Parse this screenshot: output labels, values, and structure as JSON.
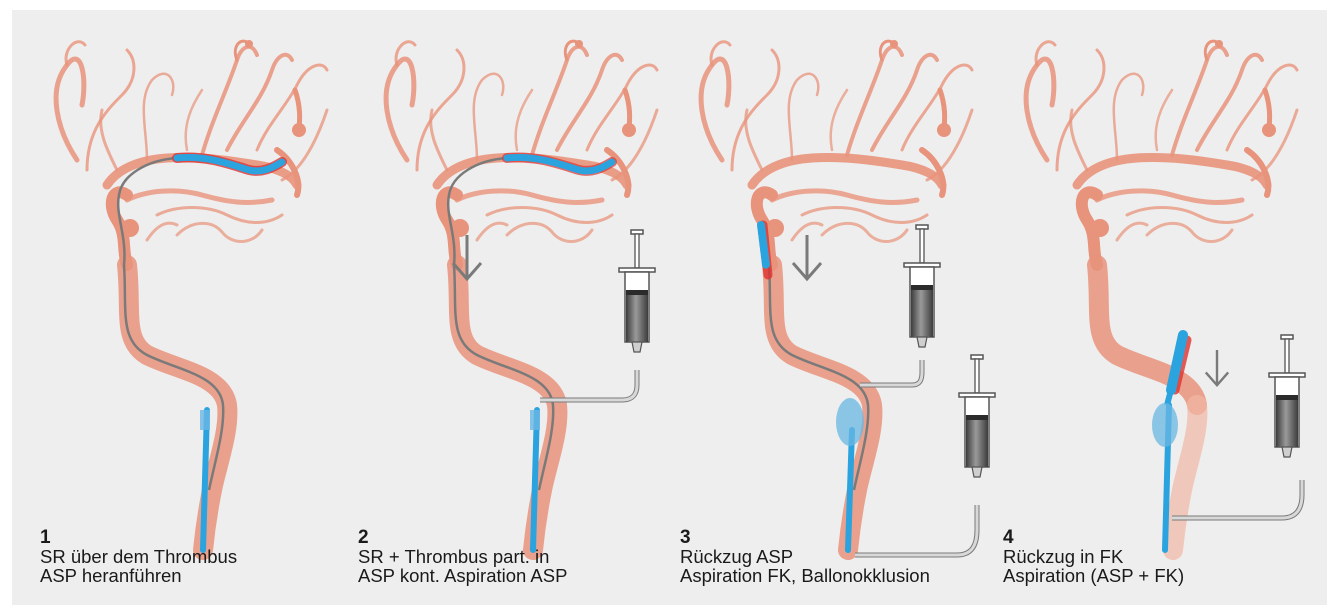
{
  "panels": [
    {
      "number": "1",
      "caption_line1": "SR über dem Thrombus",
      "caption_line2": "ASP heranführen"
    },
    {
      "number": "2",
      "caption_line1": "SR + Thrombus part. in",
      "caption_line2": "ASP kont. Aspiration ASP"
    },
    {
      "number": "3",
      "caption_line1": "Rückzug ASP",
      "caption_line2": "Aspiration FK, Ballonokklusion"
    },
    {
      "number": "4",
      "caption_line1": "Rückzug in FK",
      "caption_line2": "Aspiration (ASP + FK)"
    }
  ],
  "colors": {
    "background": "#eeeeee",
    "vessel": "#e8937b",
    "vessel_light": "#f1b8a5",
    "catheter": "#2aa3df",
    "balloon": "#6ab7e3",
    "thrombus": "#e0322f",
    "wire": "#7a7a7a",
    "syringe": "#5a5a5a",
    "arrow": "#7a7a7a"
  },
  "icons": [
    "brain-vessel-tree",
    "stent-retriever",
    "aspiration-catheter",
    "guide-catheter",
    "balloon",
    "syringe-icon",
    "arrow-down-icon"
  ]
}
